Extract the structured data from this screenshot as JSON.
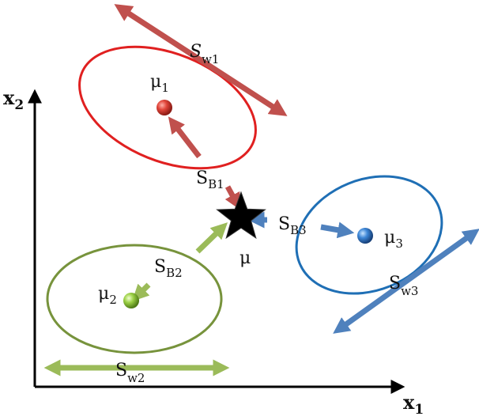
{
  "axes": {
    "x_main": "x",
    "x_sub": "1",
    "y_main": "x",
    "y_sub": "2"
  },
  "class_means": [
    {
      "main": "μ",
      "sub": "1",
      "color": "#d42a2a"
    },
    {
      "main": "μ",
      "sub": "2",
      "color": "#8cc63f"
    },
    {
      "main": "μ",
      "sub": "3",
      "color": "#2f74c0"
    }
  ],
  "global_mean": {
    "main": "μ",
    "color": "#000000"
  },
  "within_class_scatter": [
    {
      "main": "S",
      "sub": "w1",
      "color": "#e02020"
    },
    {
      "main": "S",
      "sub": "w2",
      "color": "#7a9a3a"
    },
    {
      "main": "S",
      "sub": "w3",
      "color": "#1f6fb5"
    }
  ],
  "between_class_scatter": [
    {
      "main": "S",
      "sub": "B1"
    },
    {
      "main": "S",
      "sub": "B2"
    },
    {
      "main": "S",
      "sub": "B3"
    }
  ],
  "colors": {
    "red_arrow": "#c0504d",
    "green_arrow": "#9bbb59",
    "blue_arrow": "#4f81bd",
    "axis": "#000000"
  }
}
